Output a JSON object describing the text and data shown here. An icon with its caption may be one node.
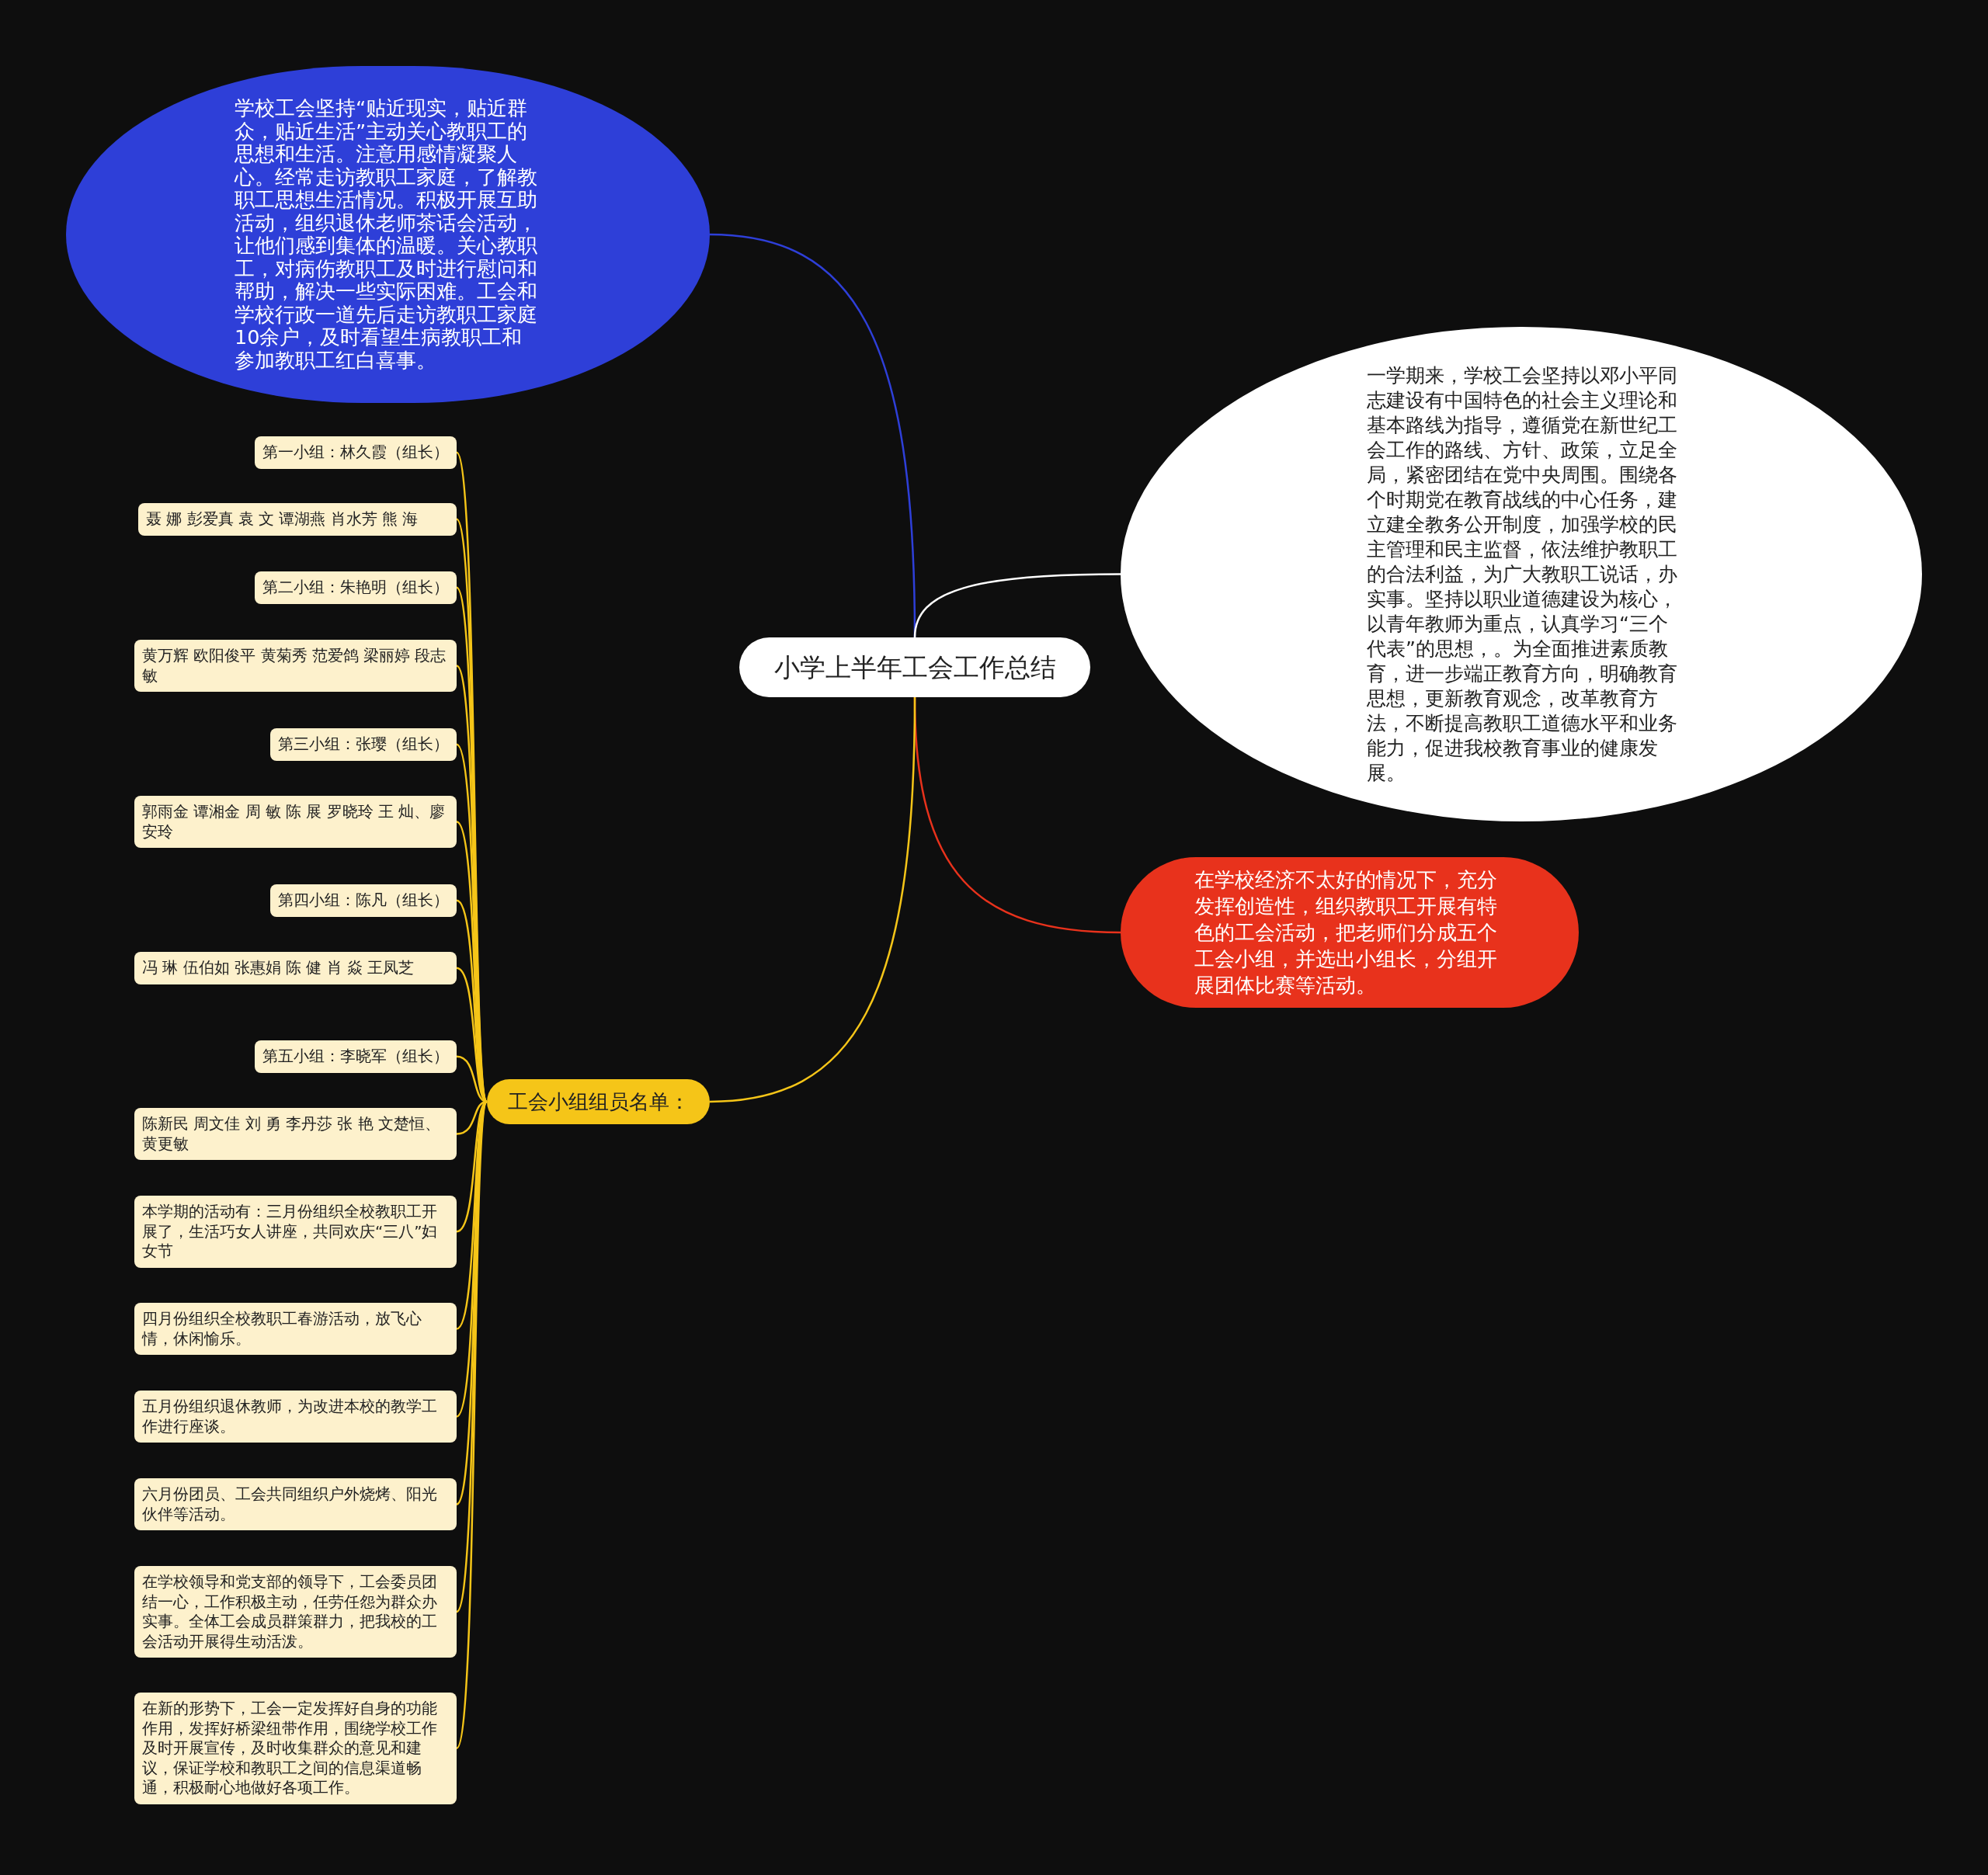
{
  "diagram": {
    "nodes": [
      {
        "text": [
          "小学上半年工会工作总结"
        ]
      },
      {
        "text": [
          "学校工会坚持“贴近现实，贴近群众，贴近生活”主动关心教职工的思想和生活。注意用感情凝聚人心。经常走访教职工家庭，了解教职工思想生活情况。积极开展互助活动，组织退休老师茶话会活动，让他们感到集体的温暖。关心教职工，对病伤教职工及时进行慰问和帮助，解决一些实际困难。工会和学校行政一道先后走访教职工家庭10余户，及时看望生病教职工和参加教职工红白喜事。"
        ]
      },
      {
        "text": [
          "一学期来，学校工会坚持以邓小平同志建设有中国特色的社会主义理论和基本路线为指导，遵循党在新世纪工会工作的路线、方针、政策，立足全局，紧密团结在党中央周围。围绕各个时期党在教育战线的中心任务，建立建全教务公开制度，加强学校的民主管理和民主监督，依法维护教职工的合法利益，为广大教职工说话，办实事。坚持以职业道德建设为核心，以青年教师为重点，认真学习“三个代表”的思想，。为全面推进素质教育，进一步端正教育方向，明确教育思想，更新教育观念，改革教育方法，不断提高教职工道德水平和业务能力，促进我校教育事业的健康发展。"
        ]
      },
      {
        "text": [
          "在学校经济不太好的情况下，充分发挥创造性，组织教职工开展有特色的工会活动，把老师们分成五个工会小组，并选出小组长，分组开展团体比赛等活动。"
        ]
      },
      {
        "text": [
          "工会小组组员名单："
        ]
      },
      {
        "text": [
          "第一小组：林久霞（组长）"
        ]
      },
      {
        "text": [
          "聂 娜 彭爱真 袁 文 谭湖燕 肖水芳 熊 海"
        ]
      },
      {
        "text": [
          "第二小组：朱艳明（组长）"
        ]
      },
      {
        "text": [
          "黄万辉 欧阳俊平 黄菊秀 范爱鸽 梁丽婷 段志敏"
        ]
      },
      {
        "text": [
          "第三小组：张璎（组长）"
        ]
      },
      {
        "text": [
          "郭雨金 谭湘金 周 敏 陈 展 罗晓玲 王 灿、廖安玲"
        ]
      },
      {
        "text": [
          "第四小组：陈凡（组长）"
        ]
      },
      {
        "text": [
          "冯 琳 伍伯如 张惠娟 陈 健 肖 焱 王凤芝"
        ]
      },
      {
        "text": [
          "第五小组：李晓军（组长）"
        ]
      },
      {
        "text": [
          "陈新民 周文佳 刘 勇 李丹莎 张 艳 文楚恒、黄更敏"
        ]
      },
      {
        "text": [
          "本学期的活动有：三月份组织全校教职工开展了，生活巧女人讲座，共同欢庆“三八”妇女节"
        ]
      },
      {
        "text": [
          "四月份组织全校教职工春游活动，放飞心情，休闲愉乐。"
        ]
      },
      {
        "text": [
          "五月份组织退休教师，为改进本校的教学工作进行座谈。"
        ]
      },
      {
        "text": [
          "六月份团员、工会共同组织户外烧烤、阳光伙伴等活动。"
        ]
      },
      {
        "text": [
          "在学校领导和党支部的领导下，工会委员团结一心，工作积极主动，任劳任怨为群众办实事。全体工会成员群策群力，把我校的工会活动开展得生动活泼。"
        ]
      },
      {
        "text": [
          "在新的形势下，工会一定发挥好自身的功能作用，发挥好桥梁纽带作用，围绕学校工作及时开展宣传，及时收集群众的意见和建议，保证学校和教职工之间的信息渠道畅通，积极耐心地做好各项工作。"
        ]
      }
    ],
    "edges": [
      {
        "from": 0,
        "to": 1,
        "arrow": "none",
        "color": "#2e3fd8"
      },
      {
        "from": 0,
        "to": 2,
        "arrow": "none",
        "color": "#ffffff"
      },
      {
        "from": 0,
        "to": 3,
        "arrow": "none",
        "color": "#e8321c"
      },
      {
        "from": 0,
        "to": 4,
        "arrow": "none"
      },
      {
        "from": 4,
        "to": 5,
        "arrow": "none"
      },
      {
        "from": 4,
        "to": 6,
        "arrow": "none"
      },
      {
        "from": 4,
        "to": 7,
        "arrow": "none"
      },
      {
        "from": 4,
        "to": 8,
        "arrow": "none"
      },
      {
        "from": 4,
        "to": 9,
        "arrow": "none"
      },
      {
        "from": 4,
        "to": 10,
        "arrow": "none"
      },
      {
        "from": 4,
        "to": 11,
        "arrow": "none"
      },
      {
        "from": 4,
        "to": 12,
        "arrow": "none"
      },
      {
        "from": 4,
        "to": 13,
        "arrow": "none"
      },
      {
        "from": 4,
        "to": 14,
        "arrow": "none"
      },
      {
        "from": 4,
        "to": 15,
        "arrow": "none"
      },
      {
        "from": 4,
        "to": 16,
        "arrow": "none"
      },
      {
        "from": 4,
        "to": 17,
        "arrow": "none"
      },
      {
        "from": 4,
        "to": 18,
        "arrow": "none"
      },
      {
        "from": 4,
        "to": 19,
        "arrow": "none"
      },
      {
        "from": 4,
        "to": 20,
        "arrow": "none"
      }
    ]
  }
}
